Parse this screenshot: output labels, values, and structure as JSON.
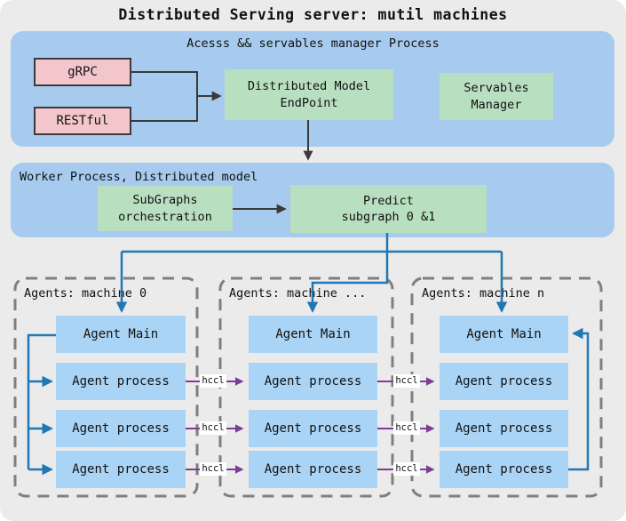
{
  "title": "Distributed Serving server: mutil machines",
  "access_process": {
    "label": "Acesss && servables manager Process",
    "grpc_label": "gRPC",
    "restful_label": "RESTful",
    "endpoint_label": "Distributed Model\nEndPoint",
    "servables_label": "Servables\nManager"
  },
  "worker_process": {
    "label": "Worker Process, Distributed model",
    "subgraphs_label": "SubGraphs\norchestration",
    "predict_label": "Predict\nsubgraph 0 &1"
  },
  "machines": [
    {
      "label": "Agents: machine 0",
      "main": "Agent Main",
      "processes": [
        "Agent process",
        "Agent process",
        "Agent process"
      ]
    },
    {
      "label": "Agents: machine ...",
      "main": "Agent Main",
      "processes": [
        "Agent process",
        "Agent process",
        "Agent process"
      ]
    },
    {
      "label": "Agents: machine n",
      "main": "Agent Main",
      "processes": [
        "Agent process",
        "Agent process",
        "Agent process"
      ]
    }
  ],
  "connectors": {
    "hccl_label": "hccl"
  },
  "colors": {
    "canvas-bg": "#ebebeb",
    "container-blue": "#a6cbee",
    "agent-blue": "#aad4f5",
    "green": "#b9dfc1",
    "pink": "#f2c6ca",
    "dark": "#3a3a3a",
    "line-blue": "#1f77b4",
    "purple": "#7d3c98",
    "dash-gray": "#7f7f7f"
  }
}
